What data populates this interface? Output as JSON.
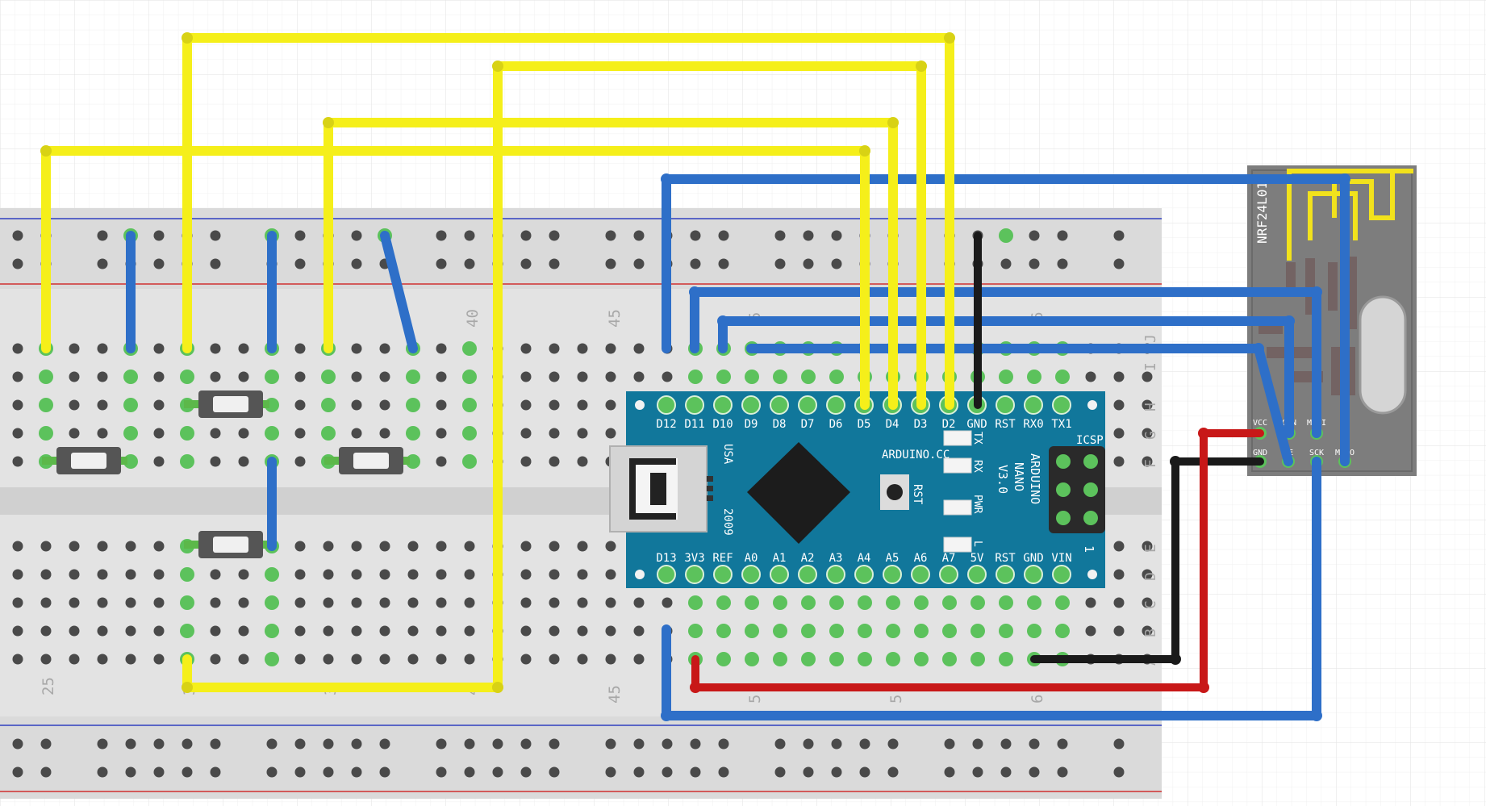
{
  "breadboard": {
    "column_labels": [
      "25",
      "3",
      "3",
      "40",
      "45",
      "45",
      "4",
      "5",
      "5",
      "5",
      "6",
      "6"
    ],
    "row_labels": [
      "J",
      "I",
      "H",
      "G",
      "F",
      "E",
      "D",
      "C",
      "B",
      "A"
    ],
    "colors": {
      "board": "#e3e3e3",
      "channel": "#d2d2d2",
      "hole": "#4a4a4a",
      "active_hole": "#5cc25c",
      "rail_red": "#d03030",
      "rail_blue": "#3040c0"
    }
  },
  "arduino": {
    "board_color": "#11779b",
    "top_pins": [
      "D12",
      "D11",
      "D10",
      "D9",
      "D8",
      "D7",
      "D6",
      "D5",
      "D4",
      "D3",
      "D2",
      "GND",
      "RST",
      "RX0",
      "TX1"
    ],
    "bottom_pins": [
      "D13",
      "3V3",
      "REF",
      "A0",
      "A1",
      "A2",
      "A3",
      "A4",
      "A5",
      "A6",
      "A7",
      "5V",
      "RST",
      "GND",
      "VIN"
    ],
    "site": "ARDUINO.CC",
    "model": [
      "ARDUINO",
      "NANO",
      "V3.0"
    ],
    "origin": "USA",
    "year": "2009",
    "reset_label": "RST",
    "icsp_label": "ICSP",
    "header_number": "1",
    "leds": [
      "TX",
      "RX",
      "PWR",
      "L"
    ]
  },
  "radio": {
    "title": "NRF24L01",
    "top_pin_labels": [
      "VCC",
      "CSN",
      "MOSI"
    ],
    "bottom_pin_labels": [
      "GND",
      "CE",
      "SCK",
      "MISO"
    ]
  },
  "wire_colors": {
    "signal": "#f5ef1a",
    "spi": "#2e6fc8",
    "ground": "#1a1a1a",
    "power": "#c81818"
  }
}
